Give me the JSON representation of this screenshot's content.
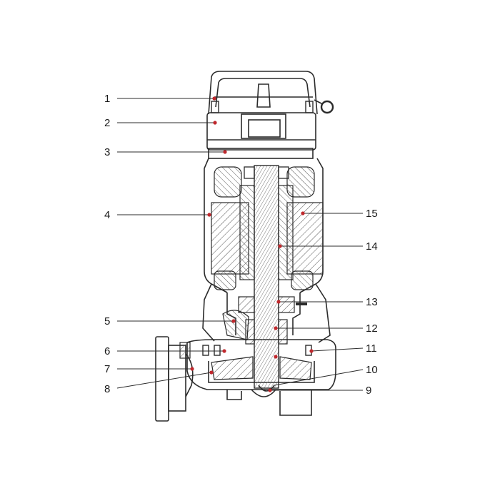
{
  "diagram": {
    "callouts": [
      {
        "id": "1",
        "label": "1"
      },
      {
        "id": "2",
        "label": "2"
      },
      {
        "id": "3",
        "label": "3"
      },
      {
        "id": "4",
        "label": "4"
      },
      {
        "id": "5",
        "label": "5"
      },
      {
        "id": "6",
        "label": "6"
      },
      {
        "id": "7",
        "label": "7"
      },
      {
        "id": "8",
        "label": "8"
      },
      {
        "id": "9",
        "label": "9"
      },
      {
        "id": "10",
        "label": "10"
      },
      {
        "id": "11",
        "label": "11"
      },
      {
        "id": "12",
        "label": "12"
      },
      {
        "id": "13",
        "label": "13"
      },
      {
        "id": "14",
        "label": "14"
      },
      {
        "id": "15",
        "label": "15"
      }
    ],
    "colors": {
      "line": "#2b2b2b",
      "marker": "#c0282d",
      "hatch": "#555555"
    }
  }
}
